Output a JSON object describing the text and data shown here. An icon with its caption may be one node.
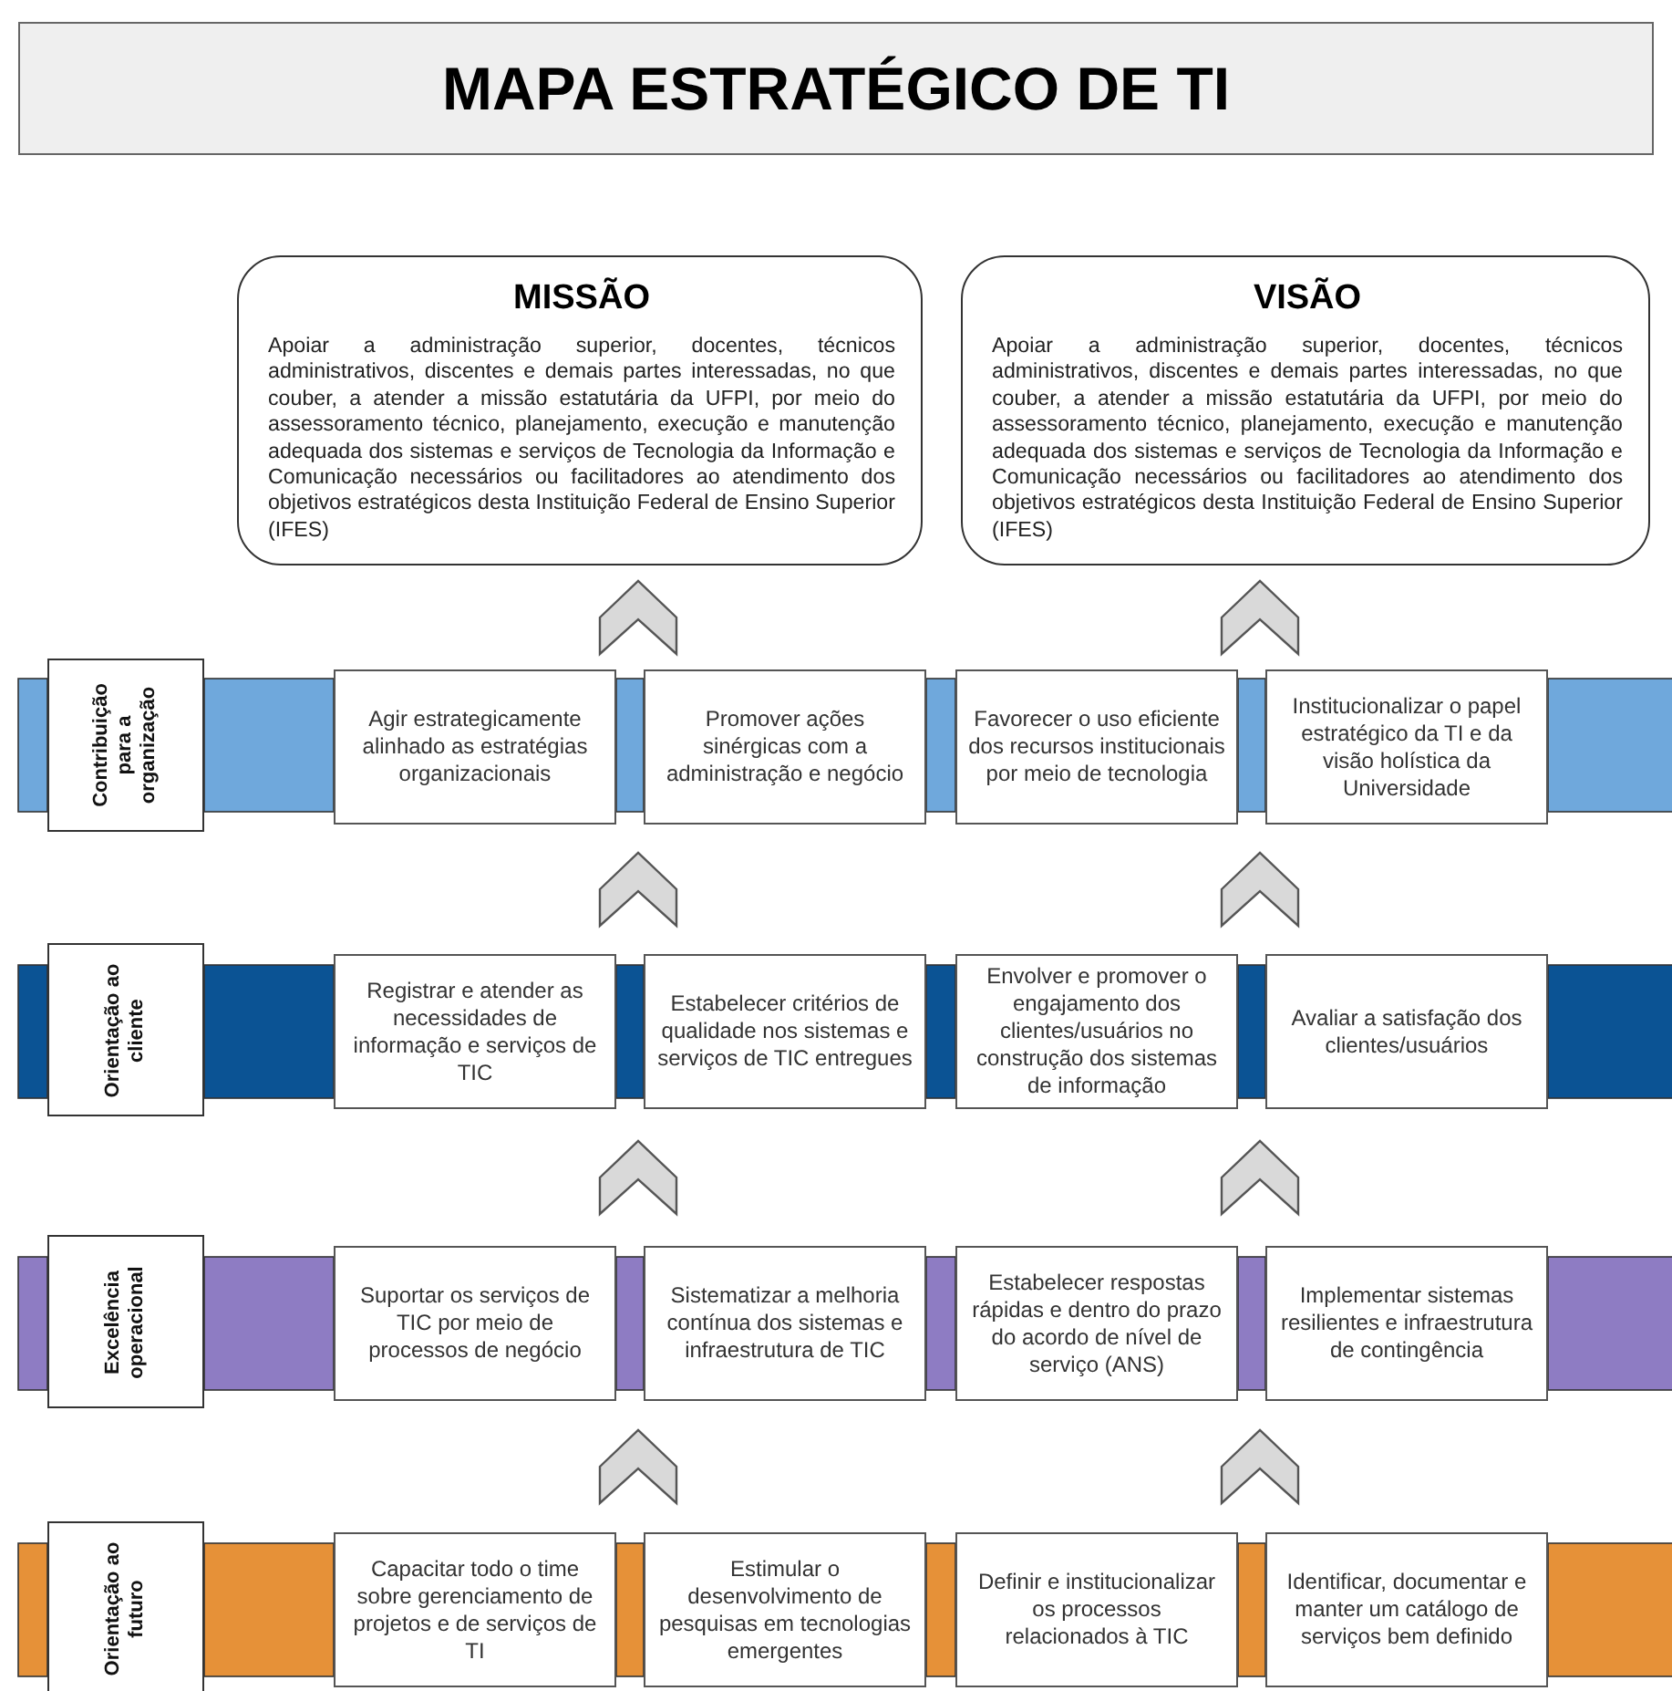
{
  "diagram": {
    "title": "MAPA ESTRATÉGICO DE TI",
    "nodes": [
      {
        "text": [
          "MISSÃO",
          "Apoiar a administração superior, docentes, técnicos administrativos, discentes e demais partes interessadas, no que couber, a atender a missão estatutária da UFPI, por meio do assessoramento técnico, planejamento, execução e manutenção adequada dos sistemas e serviços de Tecnologia da Informação e Comunicação necessários ou facilitadores ao atendimento dos objetivos estratégicos desta Instituição Federal de Ensino Superior (IFES)"
        ]
      },
      {
        "text": [
          "VISÃO",
          "Apoiar a administração superior, docentes, técnicos administrativos, discentes e demais partes interessadas, no que couber, a atender a missão estatutária da UFPI, por meio do assessoramento técnico, planejamento, execução e manutenção adequada dos sistemas e serviços de Tecnologia da Informação e Comunicação necessários ou facilitadores ao atendimento dos objetivos estratégicos desta Instituição Federal de Ensino Superior (IFES)"
        ]
      },
      {
        "text": [],
        "shape": "bar"
      },
      {
        "text": [
          "Contribuição para a organização"
        ]
      },
      {
        "text": [
          "Agir estrategicamente alinhado as estratégias organizacionais"
        ]
      },
      {
        "text": [
          "Promover ações sinérgicas com a administração e negócio"
        ]
      },
      {
        "text": [
          "Favorecer o uso eficiente dos recursos institucionais por meio de tecnologia"
        ]
      },
      {
        "text": [
          "Institucionalizar o papel estratégico da TI e da visão holística da Universidade"
        ]
      },
      {
        "text": [],
        "shape": "bar"
      },
      {
        "text": [
          "Orientação ao cliente"
        ]
      },
      {
        "text": [
          "Registrar e atender as necessidades de informação e serviços de TIC"
        ]
      },
      {
        "text": [
          "Estabelecer critérios de qualidade nos sistemas e serviços de TIC entregues"
        ]
      },
      {
        "text": [
          "Envolver e promover o engajamento dos clientes/usuários no construção dos sistemas de informação"
        ]
      },
      {
        "text": [
          "Avaliar a satisfação dos clientes/usuários"
        ]
      },
      {
        "text": [],
        "shape": "bar"
      },
      {
        "text": [
          "Excelência operacional"
        ]
      },
      {
        "text": [
          "Suportar os serviços de TIC por meio de processos de negócio"
        ]
      },
      {
        "text": [
          "Sistematizar a melhoria contínua dos sistemas e infraestrutura de TIC"
        ]
      },
      {
        "text": [
          "Estabelecer respostas rápidas e dentro do prazo do acordo de nível de serviço (ANS)"
        ]
      },
      {
        "text": [
          "Implementar sistemas resilientes e infraestrutura de contingência"
        ]
      },
      {
        "text": [],
        "shape": "bar"
      },
      {
        "text": [
          "Orientação ao futuro"
        ]
      },
      {
        "text": [
          "Capacitar todo o time sobre gerenciamento de projetos e de serviços de TI"
        ]
      },
      {
        "text": [
          "Estimular o desenvolvimento de pesquisas em tecnologias emergentes"
        ]
      },
      {
        "text": [
          "Definir e institucionalizar os processos relacionados à TIC"
        ]
      },
      {
        "text": [
          "Identificar, documentar e manter um catálogo de serviços bem definido"
        ]
      }
    ],
    "edges": [
      {
        "from": 4,
        "to": 0,
        "arrow": "to"
      },
      {
        "from": 6,
        "to": 1,
        "arrow": "to"
      },
      {
        "from": 10,
        "to": 4,
        "arrow": "to"
      },
      {
        "from": 12,
        "to": 6,
        "arrow": "to"
      },
      {
        "from": 16,
        "to": 10,
        "arrow": "to"
      },
      {
        "from": 18,
        "to": 12,
        "arrow": "to"
      },
      {
        "from": 22,
        "to": 16,
        "arrow": "to"
      },
      {
        "from": 24,
        "to": 18,
        "arrow": "to"
      }
    ]
  }
}
